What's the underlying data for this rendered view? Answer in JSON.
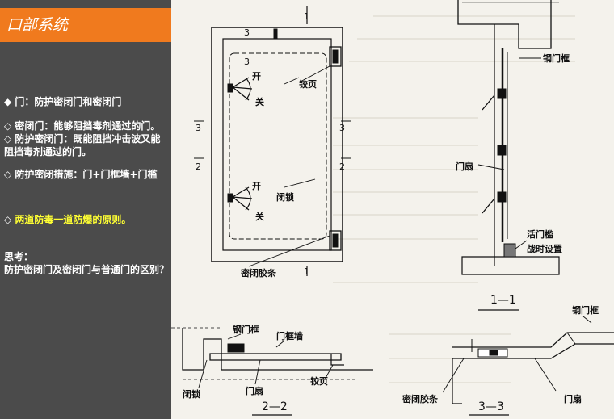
{
  "slide": {
    "title": "口部系统",
    "bullets": [
      {
        "marker": "◆",
        "text": "门：防护密闭门和密闭门"
      },
      {
        "marker": "◇",
        "text": "密闭门：能够阻挡毒剂通过的门。"
      },
      {
        "marker": "◇",
        "text": "防护密闭门：既能阻挡冲击波又能阻挡毒剂通过的门。"
      },
      {
        "marker": "◇",
        "text": "防护密闭措施：门+门框墙+门槛"
      },
      {
        "marker": "◇",
        "text": "两道防毒一道防爆的原则。"
      }
    ],
    "question_title": "思考：",
    "question_text": "防护密闭门及密闭门与普通门的区别？"
  },
  "drawing": {
    "elevation": {
      "section_marks": [
        "1",
        "1",
        "3",
        "3",
        "3",
        "3",
        "2",
        "2"
      ],
      "labels": {
        "open1": "开",
        "close1": "关",
        "hinge": "铰页",
        "open2": "开",
        "close2": "关",
        "lock": "闭锁",
        "seal": "密闭胶条"
      },
      "caption": ""
    },
    "section_1_1": {
      "labels": {
        "frame": "钢门框",
        "leaf": "门扇",
        "threshold": "活门槛",
        "wartime": "战时设置"
      },
      "caption": "1—1"
    },
    "section_2_2": {
      "labels": {
        "frame": "钢门框",
        "frame_wall": "门框墙",
        "lock": "闭锁",
        "leaf": "门扇",
        "hinge": "铰页"
      },
      "caption": "2—2"
    },
    "section_3_3": {
      "labels": {
        "frame": "钢门框",
        "seal": "密闭胶条",
        "leaf": "门扇"
      },
      "caption": "3—3"
    }
  },
  "colors": {
    "sidebar": "#4b4b4b",
    "title_bar": "#f07a1e",
    "highlight": "#ffff33",
    "paper": "#f4f2ec"
  }
}
